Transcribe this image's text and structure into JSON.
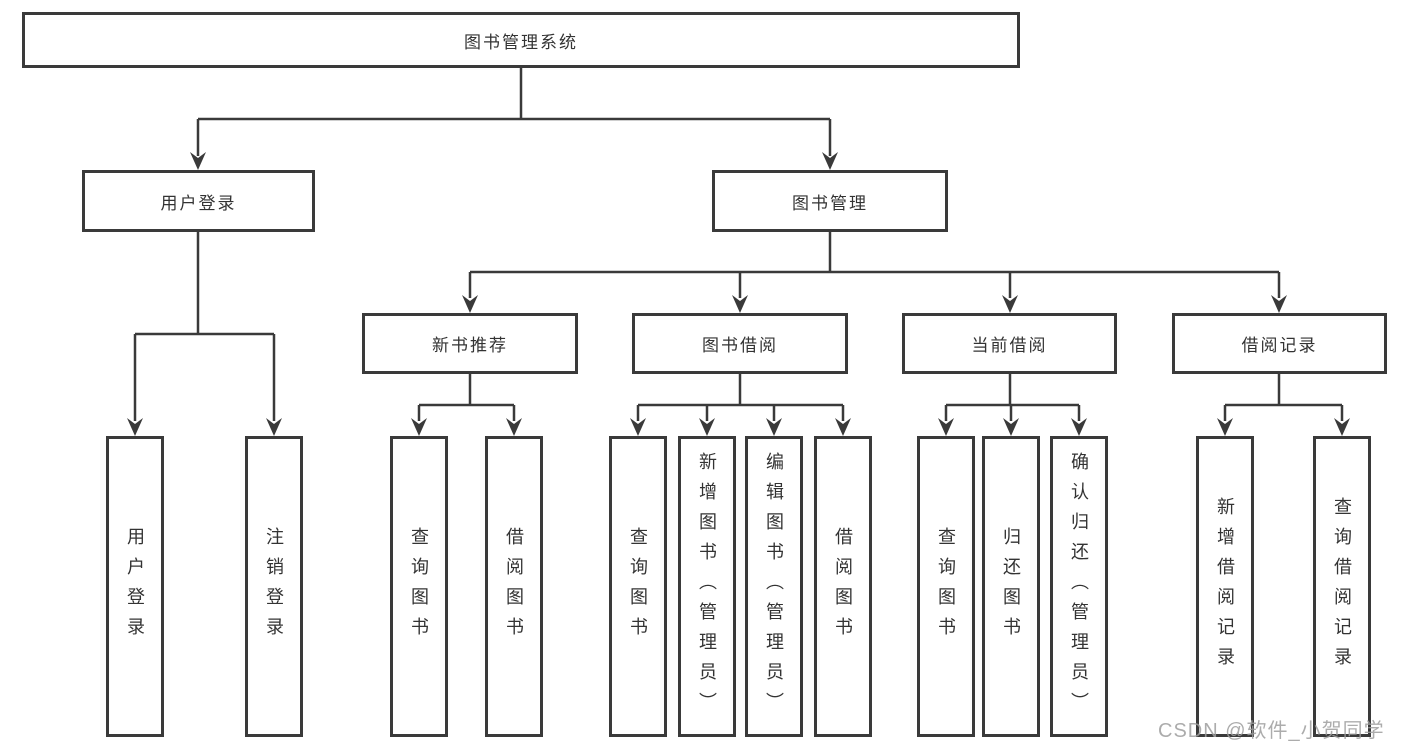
{
  "tree": {
    "root": {
      "label": "图书管理系统",
      "children": [
        {
          "label": "用户登录",
          "children": [
            {
              "label": "用户登录"
            },
            {
              "label": "注销登录"
            }
          ]
        },
        {
          "label": "图书管理",
          "children": [
            {
              "label": "新书推荐",
              "children": [
                {
                  "label": "查询图书"
                },
                {
                  "label": "借阅图书"
                }
              ]
            },
            {
              "label": "图书借阅",
              "children": [
                {
                  "label": "查询图书"
                },
                {
                  "label": "新增图书（管理员）"
                },
                {
                  "label": "编辑图书（管理员）"
                },
                {
                  "label": "借阅图书"
                }
              ]
            },
            {
              "label": "当前借阅",
              "children": [
                {
                  "label": "查询图书"
                },
                {
                  "label": "归还图书"
                },
                {
                  "label": "确认归还（管理员）"
                }
              ]
            },
            {
              "label": "借阅记录",
              "children": [
                {
                  "label": "新增借阅记录"
                },
                {
                  "label": "查询借阅记录"
                }
              ]
            }
          ]
        }
      ]
    }
  },
  "watermark": {
    "text": "CSDN @软件_小贺同学"
  },
  "colors": {
    "line": "#3a3a3a",
    "text": "#333333",
    "background": "#ffffff",
    "watermark": "#9e9e9e"
  }
}
